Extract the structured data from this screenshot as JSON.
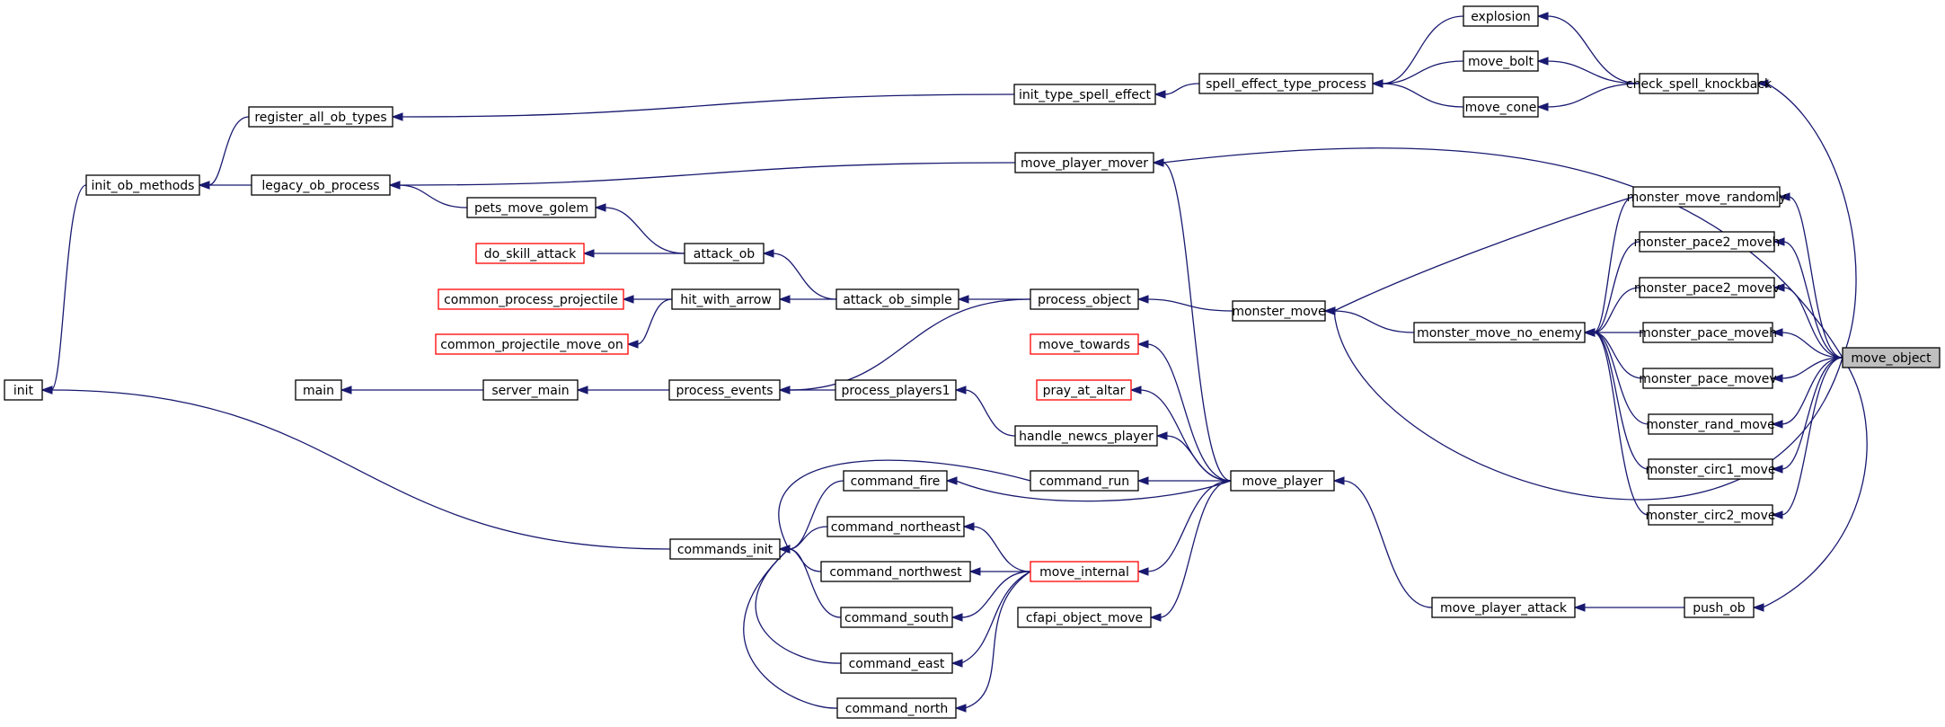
{
  "graph": {
    "colors": {
      "edge": "#191970",
      "border": "#000000",
      "broken_border": "#ff0000",
      "root_fill": "#bfbfbf"
    },
    "nodes": [
      {
        "id": "move_object",
        "label": "move_object",
        "style": "root"
      },
      {
        "id": "check_spell_knockback",
        "label": "check_spell_knockback"
      },
      {
        "id": "explosion",
        "label": "explosion"
      },
      {
        "id": "move_bolt",
        "label": "move_bolt"
      },
      {
        "id": "move_cone",
        "label": "move_cone"
      },
      {
        "id": "spell_effect_type_process",
        "label": "spell_effect_type_process"
      },
      {
        "id": "init_type_spell_effect",
        "label": "init_type_spell_effect"
      },
      {
        "id": "register_all_ob_types",
        "label": "register_all_ob_types"
      },
      {
        "id": "init_ob_methods",
        "label": "init_ob_methods"
      },
      {
        "id": "init",
        "label": "init"
      },
      {
        "id": "move_player_mover",
        "label": "move_player_mover"
      },
      {
        "id": "legacy_ob_process",
        "label": "legacy_ob_process"
      },
      {
        "id": "monster_move_randomly",
        "label": "monster_move_randomly"
      },
      {
        "id": "monster_pace2_moveh",
        "label": "monster_pace2_moveh"
      },
      {
        "id": "monster_pace2_movev",
        "label": "monster_pace2_movev"
      },
      {
        "id": "monster_pace_moveh",
        "label": "monster_pace_moveh"
      },
      {
        "id": "monster_pace_movev",
        "label": "monster_pace_movev"
      },
      {
        "id": "monster_rand_move",
        "label": "monster_rand_move"
      },
      {
        "id": "monster_circ1_move",
        "label": "monster_circ1_move"
      },
      {
        "id": "monster_circ2_move",
        "label": "monster_circ2_move"
      },
      {
        "id": "monster_move_no_enemy",
        "label": "monster_move_no_enemy"
      },
      {
        "id": "monster_move",
        "label": "monster_move"
      },
      {
        "id": "process_object",
        "label": "process_object"
      },
      {
        "id": "attack_ob_simple",
        "label": "attack_ob_simple"
      },
      {
        "id": "attack_ob",
        "label": "attack_ob"
      },
      {
        "id": "hit_with_arrow",
        "label": "hit_with_arrow"
      },
      {
        "id": "pets_move_golem",
        "label": "pets_move_golem"
      },
      {
        "id": "do_skill_attack",
        "label": "do_skill_attack",
        "style": "red"
      },
      {
        "id": "common_process_projectile",
        "label": "common_process_projectile",
        "style": "red"
      },
      {
        "id": "common_projectile_move_on",
        "label": "common_projectile_move_on",
        "style": "red"
      },
      {
        "id": "process_events",
        "label": "process_events"
      },
      {
        "id": "server_main",
        "label": "server_main"
      },
      {
        "id": "main",
        "label": "main"
      },
      {
        "id": "process_players1",
        "label": "process_players1"
      },
      {
        "id": "move_towards",
        "label": "move_towards",
        "style": "red"
      },
      {
        "id": "pray_at_altar",
        "label": "pray_at_altar",
        "style": "red"
      },
      {
        "id": "handle_newcs_player",
        "label": "handle_newcs_player"
      },
      {
        "id": "command_run",
        "label": "command_run"
      },
      {
        "id": "command_fire",
        "label": "command_fire"
      },
      {
        "id": "move_player",
        "label": "move_player"
      },
      {
        "id": "commands_init",
        "label": "commands_init"
      },
      {
        "id": "command_northeast",
        "label": "command_northeast"
      },
      {
        "id": "command_northwest",
        "label": "command_northwest"
      },
      {
        "id": "command_south",
        "label": "command_south"
      },
      {
        "id": "command_east",
        "label": "command_east"
      },
      {
        "id": "command_north",
        "label": "command_north"
      },
      {
        "id": "move_internal",
        "label": "move_internal",
        "style": "red"
      },
      {
        "id": "cfapi_object_move",
        "label": "cfapi_object_move"
      },
      {
        "id": "move_player_attack",
        "label": "move_player_attack"
      },
      {
        "id": "push_ob",
        "label": "push_ob"
      }
    ],
    "edges": [
      [
        "check_spell_knockback",
        "move_object"
      ],
      [
        "explosion",
        "check_spell_knockback"
      ],
      [
        "move_bolt",
        "check_spell_knockback"
      ],
      [
        "move_cone",
        "check_spell_knockback"
      ],
      [
        "spell_effect_type_process",
        "explosion"
      ],
      [
        "spell_effect_type_process",
        "move_bolt"
      ],
      [
        "spell_effect_type_process",
        "move_cone"
      ],
      [
        "init_type_spell_effect",
        "spell_effect_type_process"
      ],
      [
        "register_all_ob_types",
        "init_type_spell_effect"
      ],
      [
        "init_ob_methods",
        "register_all_ob_types"
      ],
      [
        "init",
        "init_ob_methods"
      ],
      [
        "move_player_mover",
        "move_object"
      ],
      [
        "legacy_ob_process",
        "move_player_mover"
      ],
      [
        "init_ob_methods",
        "legacy_ob_process"
      ],
      [
        "monster_move_randomly",
        "move_object"
      ],
      [
        "monster_pace2_moveh",
        "move_object"
      ],
      [
        "monster_pace2_movev",
        "move_object"
      ],
      [
        "monster_pace_moveh",
        "move_object"
      ],
      [
        "monster_pace_movev",
        "move_object"
      ],
      [
        "monster_rand_move",
        "move_object"
      ],
      [
        "monster_circ1_move",
        "move_object"
      ],
      [
        "monster_circ2_move",
        "move_object"
      ],
      [
        "monster_move",
        "move_object"
      ],
      [
        "push_ob",
        "move_object"
      ],
      [
        "monster_move_no_enemy",
        "monster_move_randomly"
      ],
      [
        "monster_move_no_enemy",
        "monster_pace2_moveh"
      ],
      [
        "monster_move_no_enemy",
        "monster_pace2_movev"
      ],
      [
        "monster_move_no_enemy",
        "monster_pace_moveh"
      ],
      [
        "monster_move_no_enemy",
        "monster_pace_movev"
      ],
      [
        "monster_move_no_enemy",
        "monster_rand_move"
      ],
      [
        "monster_move_no_enemy",
        "monster_circ1_move"
      ],
      [
        "monster_move_no_enemy",
        "monster_circ2_move"
      ],
      [
        "monster_move",
        "monster_move_randomly"
      ],
      [
        "monster_move",
        "monster_move_no_enemy"
      ],
      [
        "process_object",
        "monster_move"
      ],
      [
        "attack_ob_simple",
        "process_object"
      ],
      [
        "attack_ob",
        "attack_ob_simple"
      ],
      [
        "hit_with_arrow",
        "attack_ob_simple"
      ],
      [
        "pets_move_golem",
        "attack_ob"
      ],
      [
        "do_skill_attack",
        "attack_ob"
      ],
      [
        "common_process_projectile",
        "hit_with_arrow"
      ],
      [
        "common_projectile_move_on",
        "hit_with_arrow"
      ],
      [
        "legacy_ob_process",
        "pets_move_golem"
      ],
      [
        "process_events",
        "process_object"
      ],
      [
        "server_main",
        "process_events"
      ],
      [
        "main",
        "server_main"
      ],
      [
        "process_events",
        "process_players1"
      ],
      [
        "process_players1",
        "handle_newcs_player"
      ],
      [
        "move_player_mover",
        "move_player"
      ],
      [
        "move_towards",
        "move_player"
      ],
      [
        "pray_at_altar",
        "move_player"
      ],
      [
        "handle_newcs_player",
        "move_player"
      ],
      [
        "command_run",
        "move_player"
      ],
      [
        "command_fire",
        "move_player"
      ],
      [
        "move_internal",
        "move_player"
      ],
      [
        "cfapi_object_move",
        "move_player"
      ],
      [
        "move_player",
        "move_player_attack"
      ],
      [
        "move_player_attack",
        "push_ob"
      ],
      [
        "init",
        "commands_init"
      ],
      [
        "commands_init",
        "command_run"
      ],
      [
        "commands_init",
        "command_fire"
      ],
      [
        "commands_init",
        "command_northeast"
      ],
      [
        "commands_init",
        "command_northwest"
      ],
      [
        "commands_init",
        "command_south"
      ],
      [
        "commands_init",
        "command_east"
      ],
      [
        "commands_init",
        "command_north"
      ],
      [
        "command_northeast",
        "move_internal"
      ],
      [
        "command_northwest",
        "move_internal"
      ],
      [
        "command_south",
        "move_internal"
      ],
      [
        "command_east",
        "move_internal"
      ],
      [
        "command_north",
        "move_internal"
      ]
    ]
  }
}
